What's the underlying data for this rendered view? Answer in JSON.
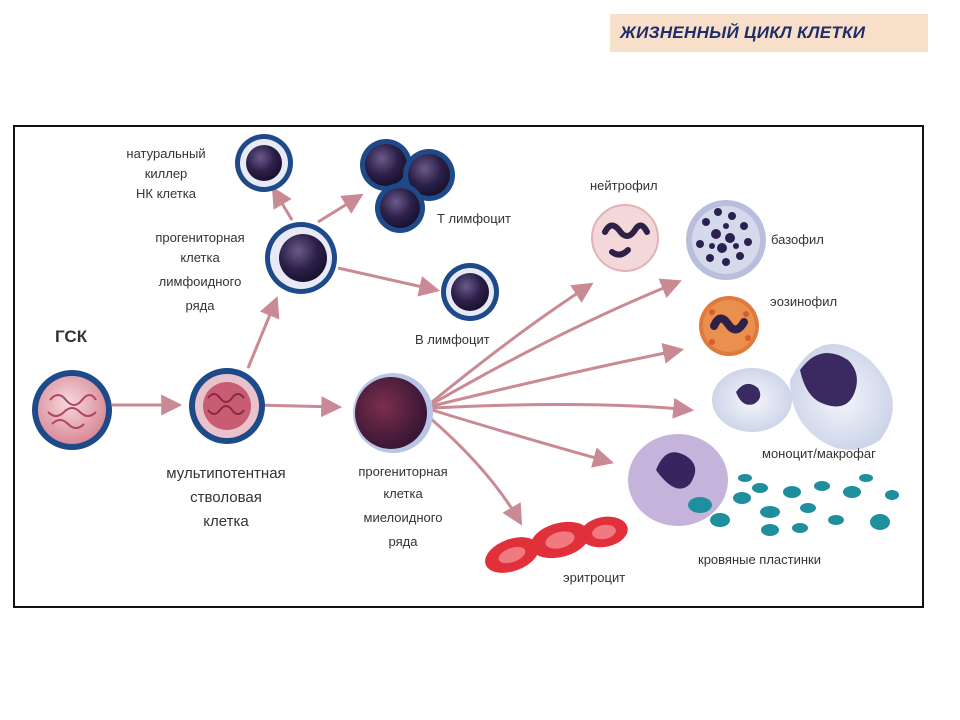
{
  "slide": {
    "title": "ЖИЗНЕННЫЙ ЦИКЛ КЛЕТКИ"
  },
  "diagram": {
    "labels": {
      "gsk": "ГСК",
      "multipotent_1": "мультипотентная",
      "multipotent_2": "стволовая",
      "multipotent_3": "клетка",
      "lymphoid_1": "прогениторная",
      "lymphoid_2": "клетка",
      "lymphoid_3": "лимфоидного",
      "lymphoid_4": "ряда",
      "nk_1": "натуральный",
      "nk_2": "киллер",
      "nk_3": "НК клетка",
      "t_lymph": "Т лимфоцит",
      "b_lymph": "В лимфоцит",
      "myeloid_1": "прогениторная",
      "myeloid_2": "клетка",
      "myeloid_3": "миелоидного",
      "myeloid_4": "ряда",
      "neutrophil": "нейтрофил",
      "basophil": "базофил",
      "eosinophil": "эозинофил",
      "monocyte": "моноцит/макрофаг",
      "platelets": "кровяные пластинки",
      "erythrocyte": "эритроцит"
    }
  }
}
